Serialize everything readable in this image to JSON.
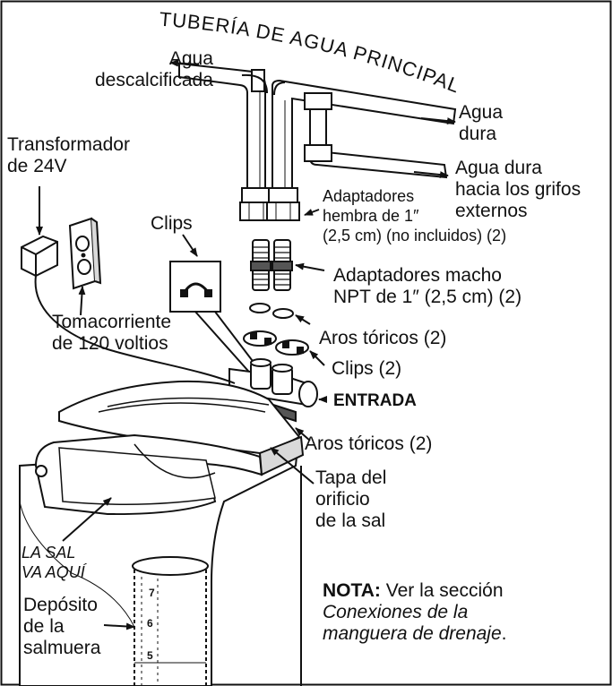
{
  "header": {
    "main_pipe": "TUBERÍA DE AGUA PRINCIPAL"
  },
  "labels": {
    "soft_water_1": "Agua",
    "soft_water_2": "descalcificada",
    "hard_water_1": "Agua",
    "hard_water_2": "dura",
    "hard_out_1": "Agua dura",
    "hard_out_2": "hacia los grifos",
    "hard_out_3": "externos",
    "transformer_1": "Transformador",
    "transformer_2": "de 24V",
    "clips_top": "Clips",
    "female_1": "Adaptadores",
    "female_2": "hembra de 1″",
    "female_3": "(2,5 cm) (no incluidos) (2)",
    "male_1": "Adaptadores macho",
    "male_2": "NPT de 1″ (2,5 cm) (2)",
    "outlet_1": "Tomacorriente",
    "outlet_2": "de 120 voltios",
    "orings_1": "Aros tóricos (2)",
    "clips_2": "Clips (2)",
    "inlet": "ENTRADA",
    "orings_2": "Aros tóricos (2)",
    "lid_1": "Tapa del",
    "lid_2": "orificio",
    "lid_3": "de la sal",
    "salt_1": "LA SAL",
    "salt_2": "VA AQUÍ",
    "tank_1": "Depósito",
    "tank_2": "de la",
    "tank_3": "salmuera",
    "note_bold": "NOTA:",
    "note_1": " Ver la sección",
    "note_2": "Conexiones de la",
    "note_3": "manguera de drenaje",
    "note_end": ".",
    "scale": [
      "7",
      "6",
      "5"
    ]
  },
  "colors": {
    "ink": "#111111",
    "fill": "#ffffff",
    "shade": "#d9d9d9",
    "dark": "#555555"
  }
}
